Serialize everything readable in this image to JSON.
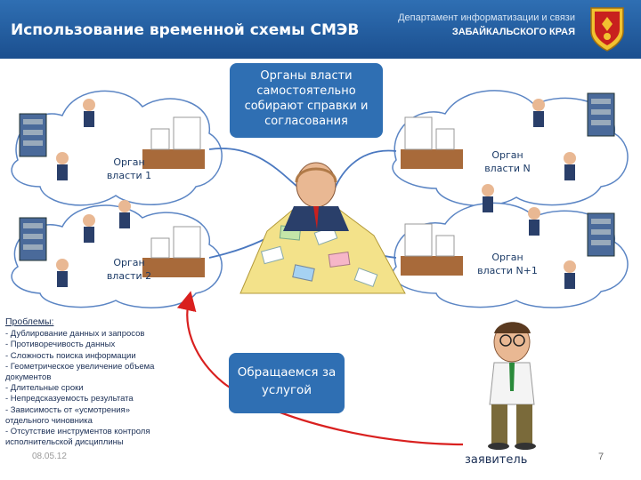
{
  "header": {
    "title": "Использование временной схемы СМЭВ",
    "org_line1": "Департамент информатизации и связи",
    "org_line2": "ЗАБАЙКАЛЬСКОГО КРАЯ"
  },
  "callouts": {
    "top_lines": [
      "Органы власти",
      "самостоятельно",
      "собирают справки и",
      "согласования"
    ],
    "service_lines": [
      "Обращаемся за",
      "услугой"
    ]
  },
  "agencies": [
    {
      "lines": [
        "Орган",
        "власти 1"
      ]
    },
    {
      "lines": [
        "Орган",
        "власти N"
      ]
    },
    {
      "lines": [
        "Орган",
        "власти 2"
      ]
    },
    {
      "lines": [
        "Орган",
        "власти N+1"
      ]
    }
  ],
  "problems": {
    "title": "Проблемы:",
    "items": [
      "- Дублирование данных и запросов",
      "- Противоречивость данных",
      "- Сложность поиска информации",
      "- Геометрическое увеличение объема\nдокументов",
      "- Длительные сроки",
      "- Непредсказуемость результата",
      "- Зависимость от «усмотрения»\nотдельного чиновника",
      "- Отсутствие инструментов контроля\nисполнительской дисциплины"
    ]
  },
  "footer": {
    "date": "08.05.12",
    "applicant": "заявитель",
    "page": "7"
  },
  "colors": {
    "header_blue": "#2f6fb3",
    "callout_blue": "#2f6fb3",
    "arrow_red": "#d9201f",
    "cloud_stroke": "#5b85c4"
  }
}
